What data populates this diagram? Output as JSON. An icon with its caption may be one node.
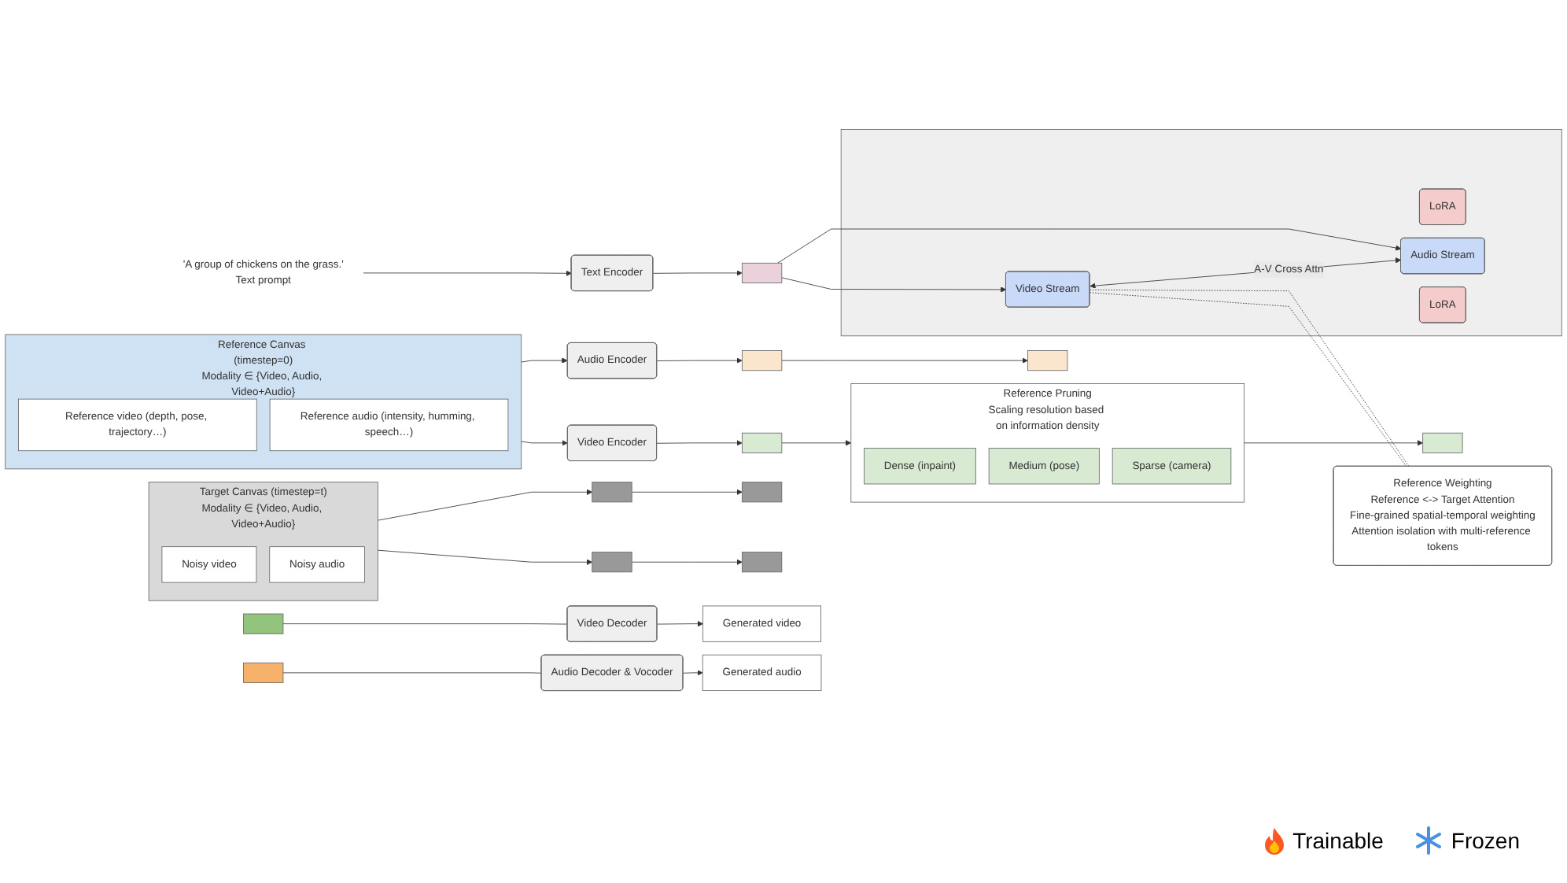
{
  "diagram": {
    "nodes": [
      {
        "text": [
          "Reference Canvas (timestep=0)",
          "Modality ∈ {Video, Audio, Video+Audio}"
        ]
      },
      {
        "text": [
          "Reference video (depth, pose, trajectory…)"
        ],
        "in": 0
      },
      {
        "text": [
          "Reference audio (intensity, humming, speech…)"
        ],
        "in": 0
      },
      {
        "text": [
          "Video Encoder"
        ]
      },
      {
        "text": [
          "Audio Encoder"
        ]
      },
      {
        "text": [
          "'A group of chickens on the grass.'",
          "Text prompt"
        ]
      },
      {
        "text": [
          "Text Encoder"
        ]
      },
      {
        "text": [
          "Target Canvas (timestep=t)",
          "Modality ∈ {Video, Audio, Video+Audio}"
        ]
      },
      {
        "text": [
          "Noisy video"
        ],
        "in": 7
      },
      {
        "text": [
          "Noisy audio"
        ],
        "in": 7
      },
      {
        "text": [],
        "shape": "box"
      },
      {
        "text": [],
        "shape": "box"
      },
      {
        "text": [],
        "shape": "box"
      },
      {
        "text": [],
        "shape": "box"
      },
      {
        "text": [],
        "shape": "box"
      },
      {
        "text": [
          "Reference Pruning",
          "Scaling resolution based on information density"
        ]
      },
      {
        "text": [
          "Dense (inpaint)"
        ],
        "in": 15
      },
      {
        "text": [
          "Medium (pose)"
        ],
        "in": 15
      },
      {
        "text": [
          "Sparse (camera)"
        ],
        "in": 15
      },
      {
        "text": [],
        "shape": "box"
      },
      {
        "text": [],
        "shape": "box"
      },
      {
        "text": [],
        "shape": "box"
      },
      {
        "text": [],
        "shape": "box"
      },
      {
        "text": [],
        "shape": "box"
      },
      {
        "text": [
          "LoRA"
        ],
        "in": 23
      },
      {
        "text": [
          "Video Stream"
        ],
        "in": 23
      },
      {
        "text": [
          "Audio Stream"
        ],
        "in": 23
      },
      {
        "text": [
          "LoRA"
        ],
        "in": 23
      },
      {
        "text": [
          "Reference Weighting",
          "Reference <-> Target Attention",
          "Fine-grained spatial-temporal weighting",
          "Attention isolation with multi-reference tokens"
        ]
      },
      {
        "text": [],
        "shape": "box"
      },
      {
        "text": [],
        "shape": "box"
      },
      {
        "text": [
          "Video Decoder"
        ]
      },
      {
        "text": [
          "Audio Decoder & Vocoder"
        ]
      },
      {
        "text": [
          "Generated video"
        ]
      },
      {
        "text": [
          "Generated audio"
        ]
      }
    ],
    "edges": [
      {
        "from": 0,
        "to": 3,
        "arrow": "to"
      },
      {
        "from": 0,
        "to": 4,
        "arrow": "to"
      },
      {
        "from": 3,
        "to": 10,
        "arrow": "to"
      },
      {
        "from": 4,
        "to": 11,
        "arrow": "to"
      },
      {
        "from": 5,
        "to": 6,
        "arrow": "to"
      },
      {
        "from": 6,
        "to": 12,
        "arrow": "to"
      },
      {
        "from": 7,
        "to": 13,
        "arrow": "to"
      },
      {
        "from": 7,
        "to": 14,
        "arrow": "to"
      },
      {
        "from": 10,
        "to": 15,
        "arrow": "to"
      },
      {
        "from": 15,
        "to": 19,
        "arrow": "to"
      },
      {
        "from": 11,
        "to": 21,
        "arrow": "to"
      },
      {
        "from": 13,
        "to": 20,
        "arrow": "to"
      },
      {
        "from": 14,
        "to": 22,
        "arrow": "to"
      },
      {
        "from": 12,
        "to": 25,
        "arrow": "to"
      },
      {
        "from": 12,
        "to": 26,
        "arrow": "to"
      },
      {
        "from": 25,
        "to": 26,
        "arrow": "both",
        "label": "A-V Cross Attn"
      },
      {
        "from": 25,
        "to": 28,
        "arrow": "none",
        "style": "dashed"
      },
      {
        "from": 25,
        "to": 28,
        "arrow": "none",
        "style": "dashed"
      },
      {
        "from": 29,
        "to": 31,
        "arrow": "none"
      },
      {
        "from": 31,
        "to": 33,
        "arrow": "to"
      },
      {
        "from": 30,
        "to": 32,
        "arrow": "none"
      },
      {
        "from": 32,
        "to": 34,
        "arrow": "to"
      }
    ],
    "legend": [
      {
        "text": "Trainable"
      },
      {
        "text": "Frozen"
      }
    ]
  }
}
